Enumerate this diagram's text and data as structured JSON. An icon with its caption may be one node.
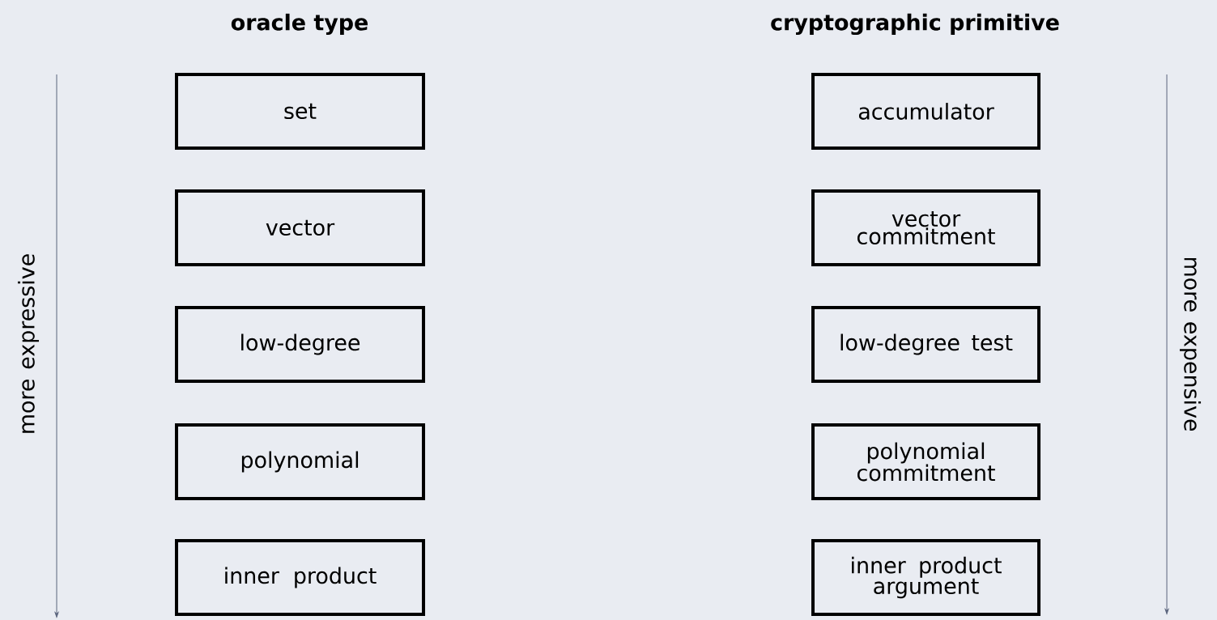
{
  "diagram": {
    "nodes": [
      {
        "text": [
          "set"
        ]
      },
      {
        "text": [
          "vector"
        ]
      },
      {
        "text": [
          "low-degree"
        ]
      },
      {
        "text": [
          "polynomial"
        ]
      },
      {
        "text": [
          "inner product"
        ]
      },
      {
        "text": [
          "accumulator"
        ]
      },
      {
        "text": [
          "vector commitment"
        ]
      },
      {
        "text": [
          "low-degree test"
        ]
      },
      {
        "text": [
          "polynomial commitment"
        ]
      },
      {
        "text": [
          "inner product argument"
        ]
      }
    ],
    "labels": [
      "oracle type",
      "cryptographic primitive",
      "more expressive",
      "more expensive"
    ]
  }
}
